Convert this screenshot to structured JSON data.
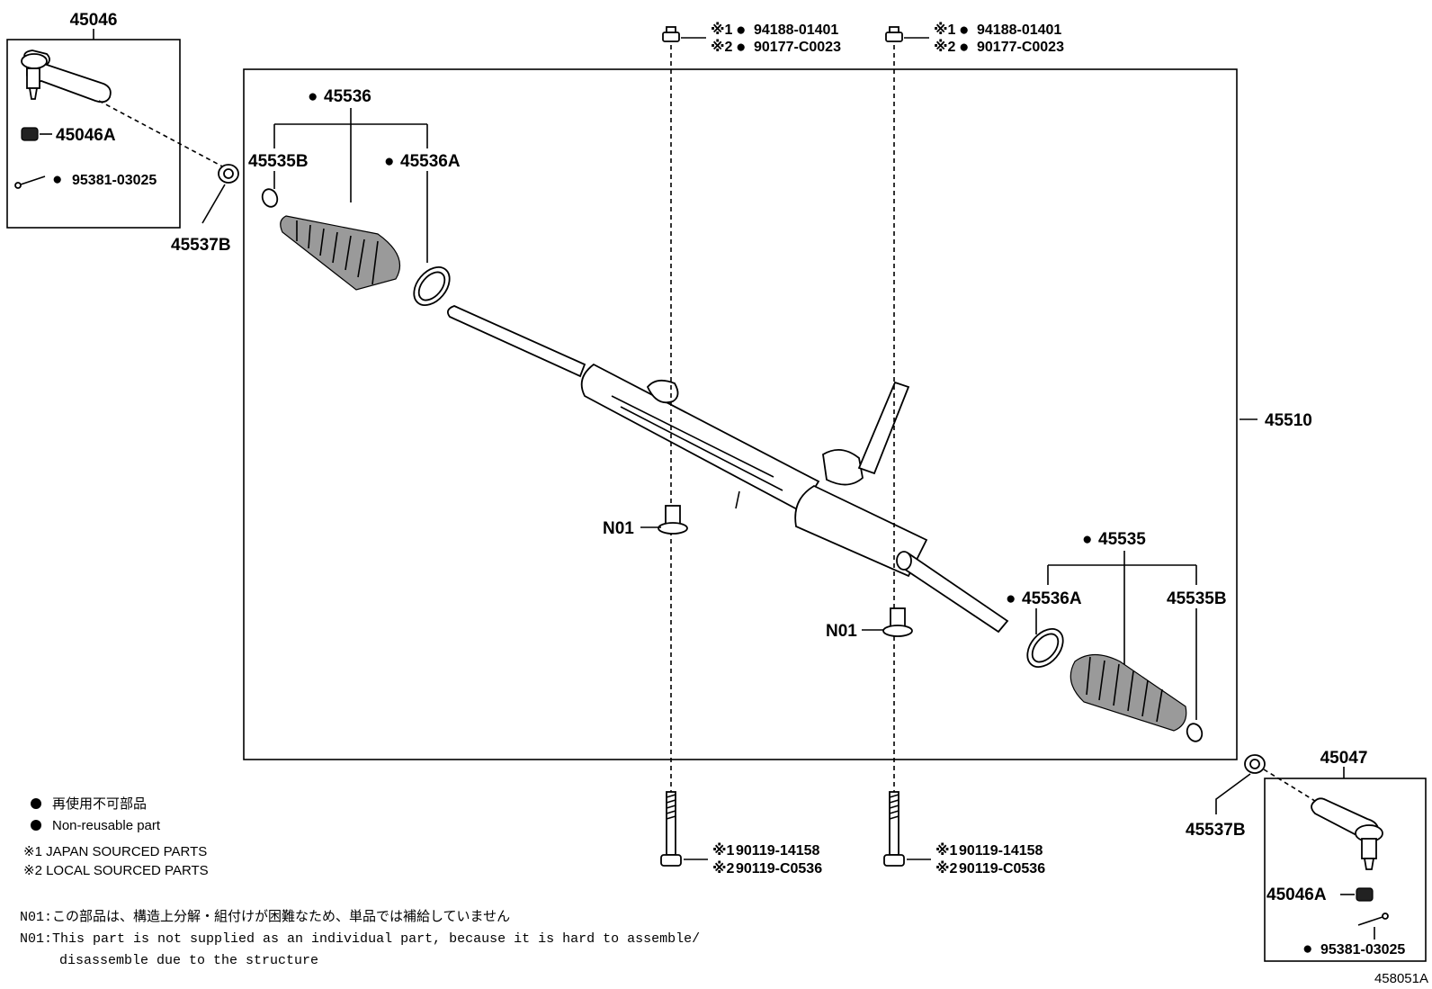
{
  "parts": {
    "tie_rod_end_left": "45046",
    "tie_rod_end_right": "45047",
    "nut_left": "45046A",
    "nut_right": "45046A",
    "cotter_pin_left": "95381-03025",
    "cotter_pin_right": "95381-03025",
    "boot_left": "45536",
    "boot_right": "45535",
    "clip_outer_left": "45535B",
    "clip_outer_right": "45535B",
    "clamp_left": "45536A",
    "clamp_right": "45536A",
    "grommet_left": "45537B",
    "grommet_right": "45537B",
    "rack_assembly": "45510",
    "bushing_left": "N01",
    "bushing_right": "N01",
    "nut_top_left_1": "94188-01401",
    "nut_top_left_2": "90177-C0023",
    "nut_top_right_1": "94188-01401",
    "nut_top_right_2": "90177-C0023",
    "bolt_left_1": "90119-14158",
    "bolt_left_2": "90119-C0536",
    "bolt_right_1": "90119-14158",
    "bolt_right_2": "90119-C0536"
  },
  "marks": {
    "note1": "※1",
    "note2": "※2",
    "nonreusable_symbol": "●"
  },
  "legend": {
    "jp_nonreusable": "再使用不可部品",
    "en_nonreusable": "Non-reusable part",
    "japan_sourced": "※1 JAPAN SOURCED PARTS",
    "local_sourced": "※2 LOCAL SOURCED PARTS"
  },
  "notes": {
    "n01_jp": "N01:この部品は、構造上分解・組付けが困難なため、単品では補給していません",
    "n01_en_line1": "N01:This part is not supplied as an individual part, because it is hard to assemble/",
    "n01_en_line2": "disassemble due to the structure"
  },
  "figure_id": "458051A"
}
